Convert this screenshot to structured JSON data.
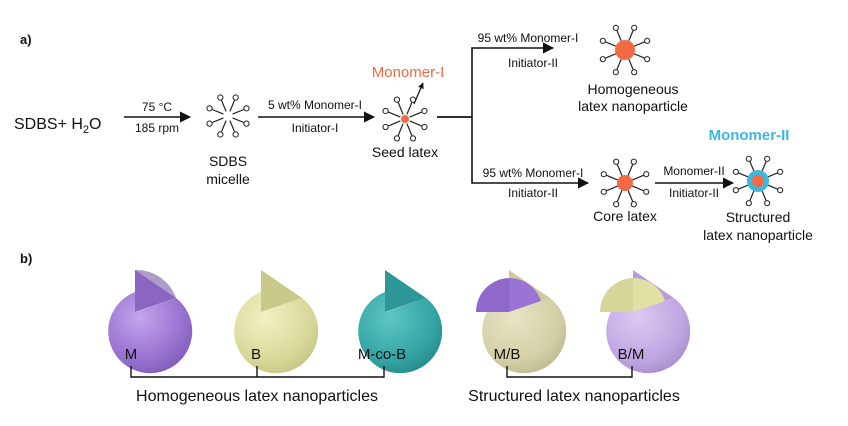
{
  "panels": {
    "a_label": "a)",
    "b_label": "b)"
  },
  "scheme": {
    "start": {
      "main": "SDBS+ H",
      "sub": "2",
      "tail": "O"
    },
    "step1": {
      "top": "75 °C",
      "bottom": "185 rpm"
    },
    "micelle": {
      "line1": "SDBS",
      "line2": "micelle"
    },
    "step2": {
      "top": "5 wt% Monomer-I",
      "bottom": "Initiator-I"
    },
    "seed": {
      "monomer": "Monomer-I",
      "label": "Seed latex"
    },
    "upper": {
      "top": "95 wt% Monomer-I",
      "bottom": "Initiator-II",
      "product_line1": "Homogeneous",
      "product_line2": "latex nanoparticle"
    },
    "lower": {
      "top": "95 wt% Monomer-I",
      "bottom": "Initiator-II",
      "core": "Core latex"
    },
    "shell": {
      "monomer": "Monomer-II",
      "top": "Monomer-II",
      "bottom": "Initiator-II",
      "product_line1": "Structured",
      "product_line2": "latex nanoparticle"
    }
  },
  "spheres": [
    {
      "label": "M"
    },
    {
      "label": "B"
    },
    {
      "label": "M-co-B"
    },
    {
      "label": "M/B"
    },
    {
      "label": "B/M"
    }
  ],
  "groups": {
    "homogeneous": "Homogeneous latex nanoparticles",
    "structured": "Structured latex nanoparticles"
  },
  "colors": {
    "monomer_i": "#f26a45",
    "monomer_ii": "#3db6e0",
    "purple": "#a27fd6",
    "yellow": "#dede9c",
    "teal": "#3fb0b0"
  }
}
